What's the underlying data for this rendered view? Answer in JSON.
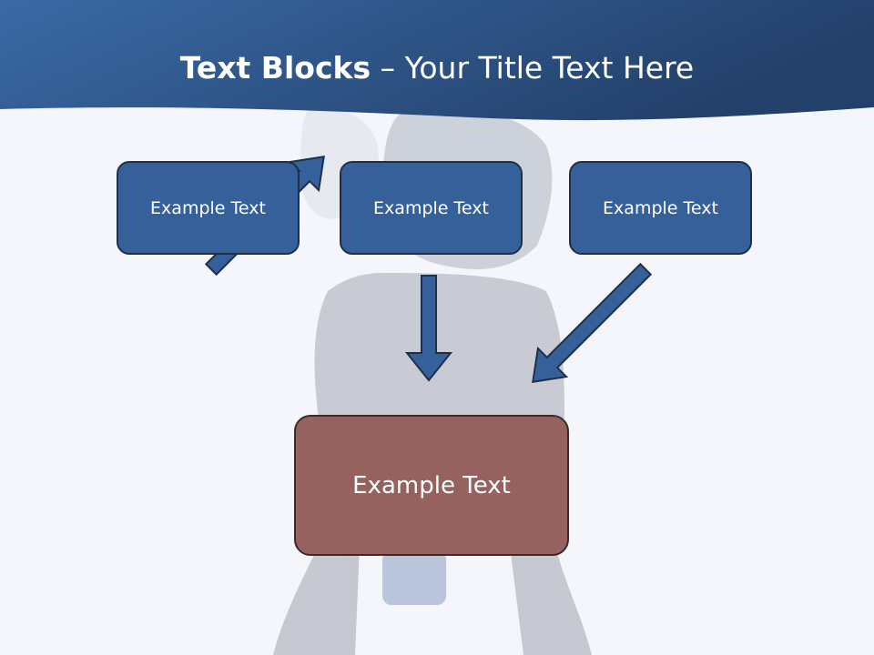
{
  "header": {
    "title_bold": "Text Blocks",
    "title_separator": " – ",
    "title_rest": "Your Title Text Here"
  },
  "diagram": {
    "top_boxes": [
      {
        "label": "Example Text"
      },
      {
        "label": "Example Text"
      },
      {
        "label": "Example Text"
      }
    ],
    "bottom_box": {
      "label": "Example Text"
    }
  },
  "colors": {
    "header_band": "#2f5b93",
    "box_blue": "#35609a",
    "box_red": "#966260",
    "arrow": "#35609a",
    "background": "#f4f6fb"
  }
}
